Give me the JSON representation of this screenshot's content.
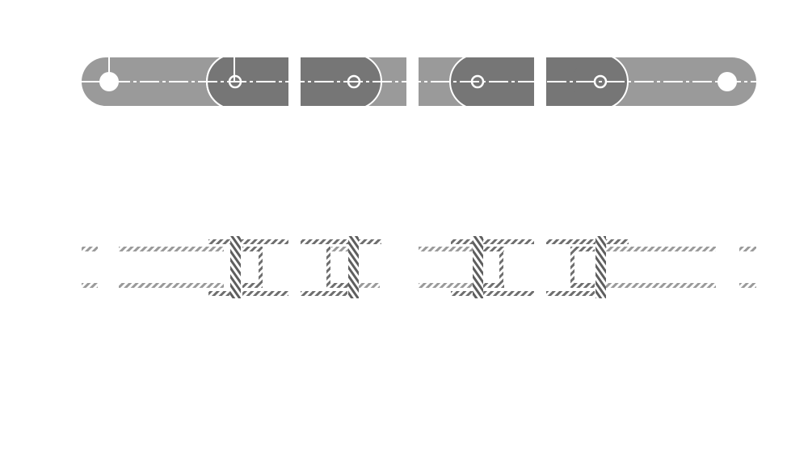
{
  "drawing": {
    "views": [
      "top-view",
      "section-view"
    ],
    "colors": {
      "outer_plate": "#9a9a9a",
      "inner_plate": "#767676",
      "background": "#ffffff",
      "centerline": "#ffffff",
      "hatch_light": "#9a9a9a",
      "hatch_dark": "#6e6e6e"
    },
    "hatching": "diagonal"
  }
}
